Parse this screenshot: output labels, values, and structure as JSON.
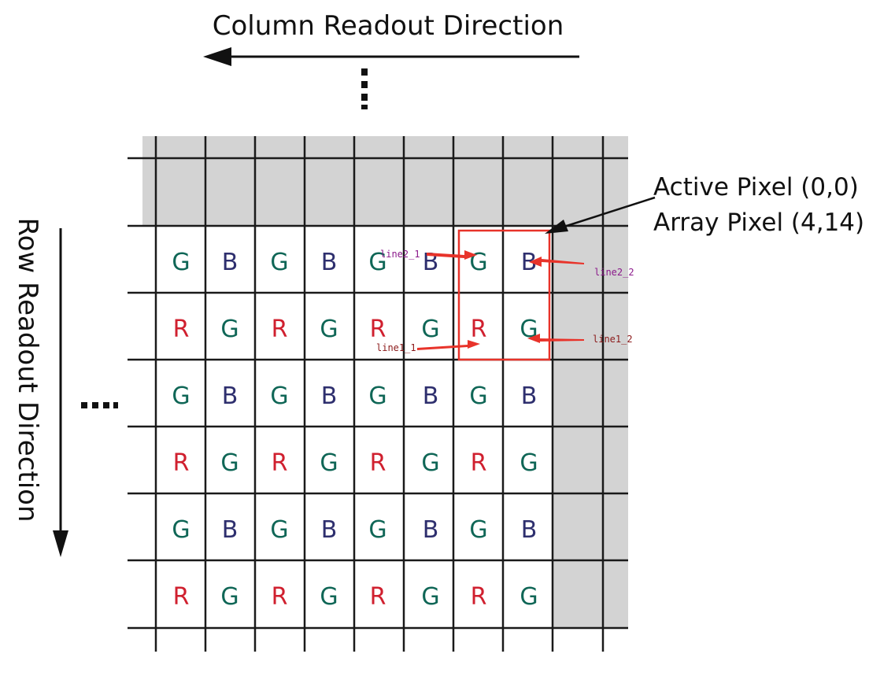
{
  "labels": {
    "column_readout": "Column Readout Direction",
    "row_readout": "Row Readout Direction",
    "active_pixel": "Active Pixel (0,0)",
    "array_pixel": "Array Pixel (4,14)"
  },
  "ellipsis": {
    "vertical": "⋮",
    "horizontal": "...."
  },
  "pixel_grid": [
    [
      "G",
      "B",
      "G",
      "B",
      "G",
      "B",
      "G",
      "B"
    ],
    [
      "R",
      "G",
      "R",
      "G",
      "R",
      "G",
      "R",
      "G"
    ],
    [
      "G",
      "B",
      "G",
      "B",
      "G",
      "B",
      "G",
      "B"
    ],
    [
      "R",
      "G",
      "R",
      "G",
      "R",
      "G",
      "R",
      "G"
    ],
    [
      "G",
      "B",
      "G",
      "B",
      "G",
      "B",
      "G",
      "B"
    ],
    [
      "R",
      "G",
      "R",
      "G",
      "R",
      "G",
      "R",
      "G"
    ]
  ],
  "annotations": {
    "line2_1": "line2_1",
    "line2_2": "line2_2",
    "line1_1": "line1_1",
    "line1_2": "line1_2"
  },
  "colors": {
    "G": "#0f6656",
    "B": "#2e2f6e",
    "R": "#d0202f",
    "optical_black": "#d3d3d3",
    "highlight": "#e8332a",
    "annotation_line2": "#8b1a8b",
    "annotation_line1": "#8b1a1a"
  }
}
